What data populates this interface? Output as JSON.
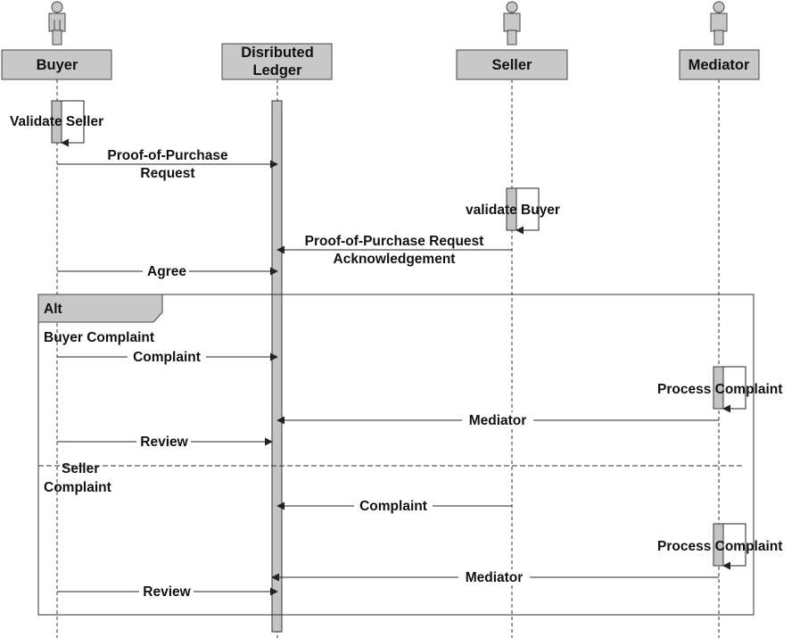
{
  "participants": {
    "buyer": "Buyer",
    "ledger_line1": "Disributed",
    "ledger_line2": "Ledger",
    "seller": "Seller",
    "mediator": "Mediator"
  },
  "messages": {
    "validate_seller": "Validate Seller",
    "pop_request_line1": "Proof-of-Purchase",
    "pop_request_line2": "Request",
    "validate_buyer": "validate Buyer",
    "pop_ack_line1": "Proof-of-Purchase Request",
    "pop_ack_line2": "Acknowledgement",
    "agree": "Agree",
    "complaint_1": "Complaint",
    "process_complaint_1": "Process Complaint",
    "mediator_1": "Mediator",
    "review_1": "Review",
    "complaint_2": "Complaint",
    "process_complaint_2": "Process Complaint",
    "mediator_2": "Mediator",
    "review_2": "Review"
  },
  "fragment": {
    "operator": "Alt",
    "guard_1": "Buyer Complaint",
    "guard_2_line1": "Seller",
    "guard_2_line2": "Complaint"
  },
  "colors": {
    "box_fill": "#c8c8c8",
    "activation_fill": "#c4c4c4",
    "line": "#222222"
  }
}
